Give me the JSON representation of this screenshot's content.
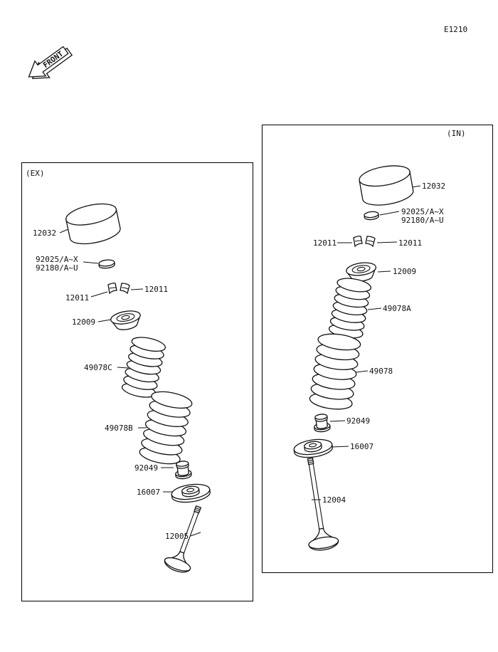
{
  "page_code": "E1210",
  "front_label": "FRONT",
  "ex": {
    "box_label": "(EX)",
    "tappet": "12032",
    "shim_line1": "92025/A~X",
    "shim_line2": "92180/A~U",
    "keeper_left": "12011",
    "keeper_right": "12011",
    "retainer": "12009",
    "spring_upper": "49078C",
    "spring_lower": "49078B",
    "seal": "92049",
    "seat": "16007",
    "valve": "12005"
  },
  "in": {
    "box_label": "(IN)",
    "tappet": "12032",
    "shim_line1": "92025/A~X",
    "shim_line2": "92180/A~U",
    "keeper_left": "12011",
    "keeper_right": "12011",
    "retainer": "12009",
    "spring_upper": "49078A",
    "spring_lower": "49078",
    "seal": "92049",
    "seat": "16007",
    "valve": "12004"
  }
}
